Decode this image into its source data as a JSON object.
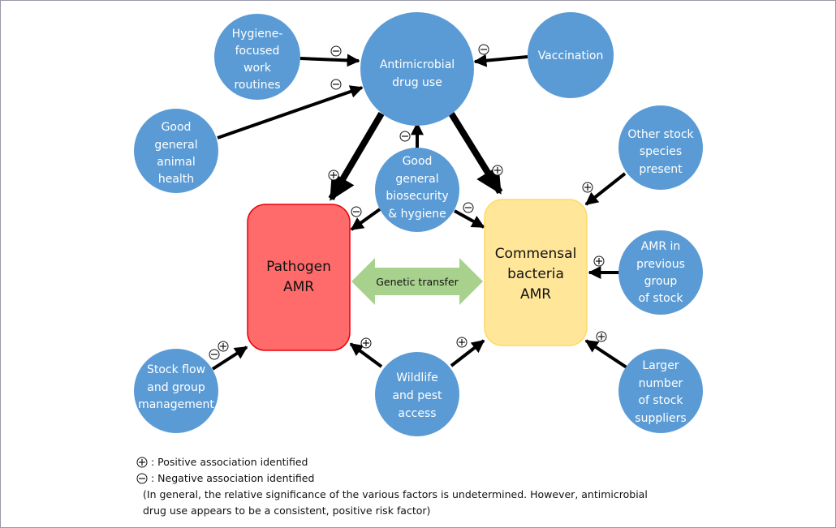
{
  "diagram": {
    "colors": {
      "node_fill": "#5b9bd5",
      "pathogen_fill": "#ff6b6b",
      "pathogen_stroke": "#e8000b",
      "commensal_fill": "#ffe699",
      "commensal_stroke": "#ffd966",
      "transfer_fill": "#a9d18e",
      "arrow": "#000000",
      "frame": "#9a97a8"
    },
    "nodes": {
      "hygiene_routines": {
        "lines": [
          "Hygiene-",
          "focused",
          "work",
          "routines"
        ]
      },
      "antimicrobial_use": {
        "lines": [
          "Antimicrobial",
          "drug use"
        ]
      },
      "vaccination": {
        "lines": [
          "Vaccination"
        ]
      },
      "animal_health": {
        "lines": [
          "Good",
          "general",
          "animal",
          "health"
        ]
      },
      "biosecurity": {
        "lines": [
          "Good",
          "general",
          "biosecurity",
          "& hygiene"
        ]
      },
      "other_species": {
        "lines": [
          "Other stock",
          "species",
          "present"
        ]
      },
      "previous_group": {
        "lines": [
          "AMR in",
          "previous",
          "group",
          "of stock"
        ]
      },
      "stock_flow": {
        "lines": [
          "Stock flow",
          "and group",
          "management"
        ]
      },
      "wildlife": {
        "lines": [
          "Wildlife",
          "and pest",
          "access"
        ]
      },
      "suppliers": {
        "lines": [
          "Larger",
          "number",
          "of stock",
          "suppliers"
        ]
      }
    },
    "boxes": {
      "pathogen": {
        "lines": [
          "Pathogen",
          "AMR"
        ]
      },
      "commensal": {
        "lines": [
          "Commensal",
          "bacteria",
          "AMR"
        ]
      }
    },
    "transfer_label": "Genetic transfer",
    "edges": [
      {
        "from": "hygiene_routines",
        "to": "antimicrobial_use",
        "sign": "negative"
      },
      {
        "from": "vaccination",
        "to": "antimicrobial_use",
        "sign": "negative"
      },
      {
        "from": "animal_health",
        "to": "antimicrobial_use",
        "sign": "negative"
      },
      {
        "from": "biosecurity",
        "to": "antimicrobial_use",
        "sign": "negative"
      },
      {
        "from": "antimicrobial_use",
        "to": "pathogen",
        "sign": "positive"
      },
      {
        "from": "antimicrobial_use",
        "to": "commensal",
        "sign": "positive"
      },
      {
        "from": "biosecurity",
        "to": "pathogen",
        "sign": "negative"
      },
      {
        "from": "biosecurity",
        "to": "commensal",
        "sign": "negative"
      },
      {
        "from": "other_species",
        "to": "commensal",
        "sign": "positive"
      },
      {
        "from": "previous_group",
        "to": "commensal",
        "sign": "positive"
      },
      {
        "from": "suppliers",
        "to": "commensal",
        "sign": "positive"
      },
      {
        "from": "wildlife",
        "to": "pathogen",
        "sign": "positive"
      },
      {
        "from": "wildlife",
        "to": "commensal",
        "sign": "positive"
      },
      {
        "from": "stock_flow",
        "to": "pathogen",
        "sign": "positive and negative"
      }
    ]
  },
  "legend": {
    "positive": ": Positive association identified",
    "negative": ": Negative association identified",
    "note_line1": "(In general, the relative significance of the various factors is undetermined. However, antimicrobial",
    "note_line2": "drug use appears to be a consistent, positive risk factor)"
  }
}
